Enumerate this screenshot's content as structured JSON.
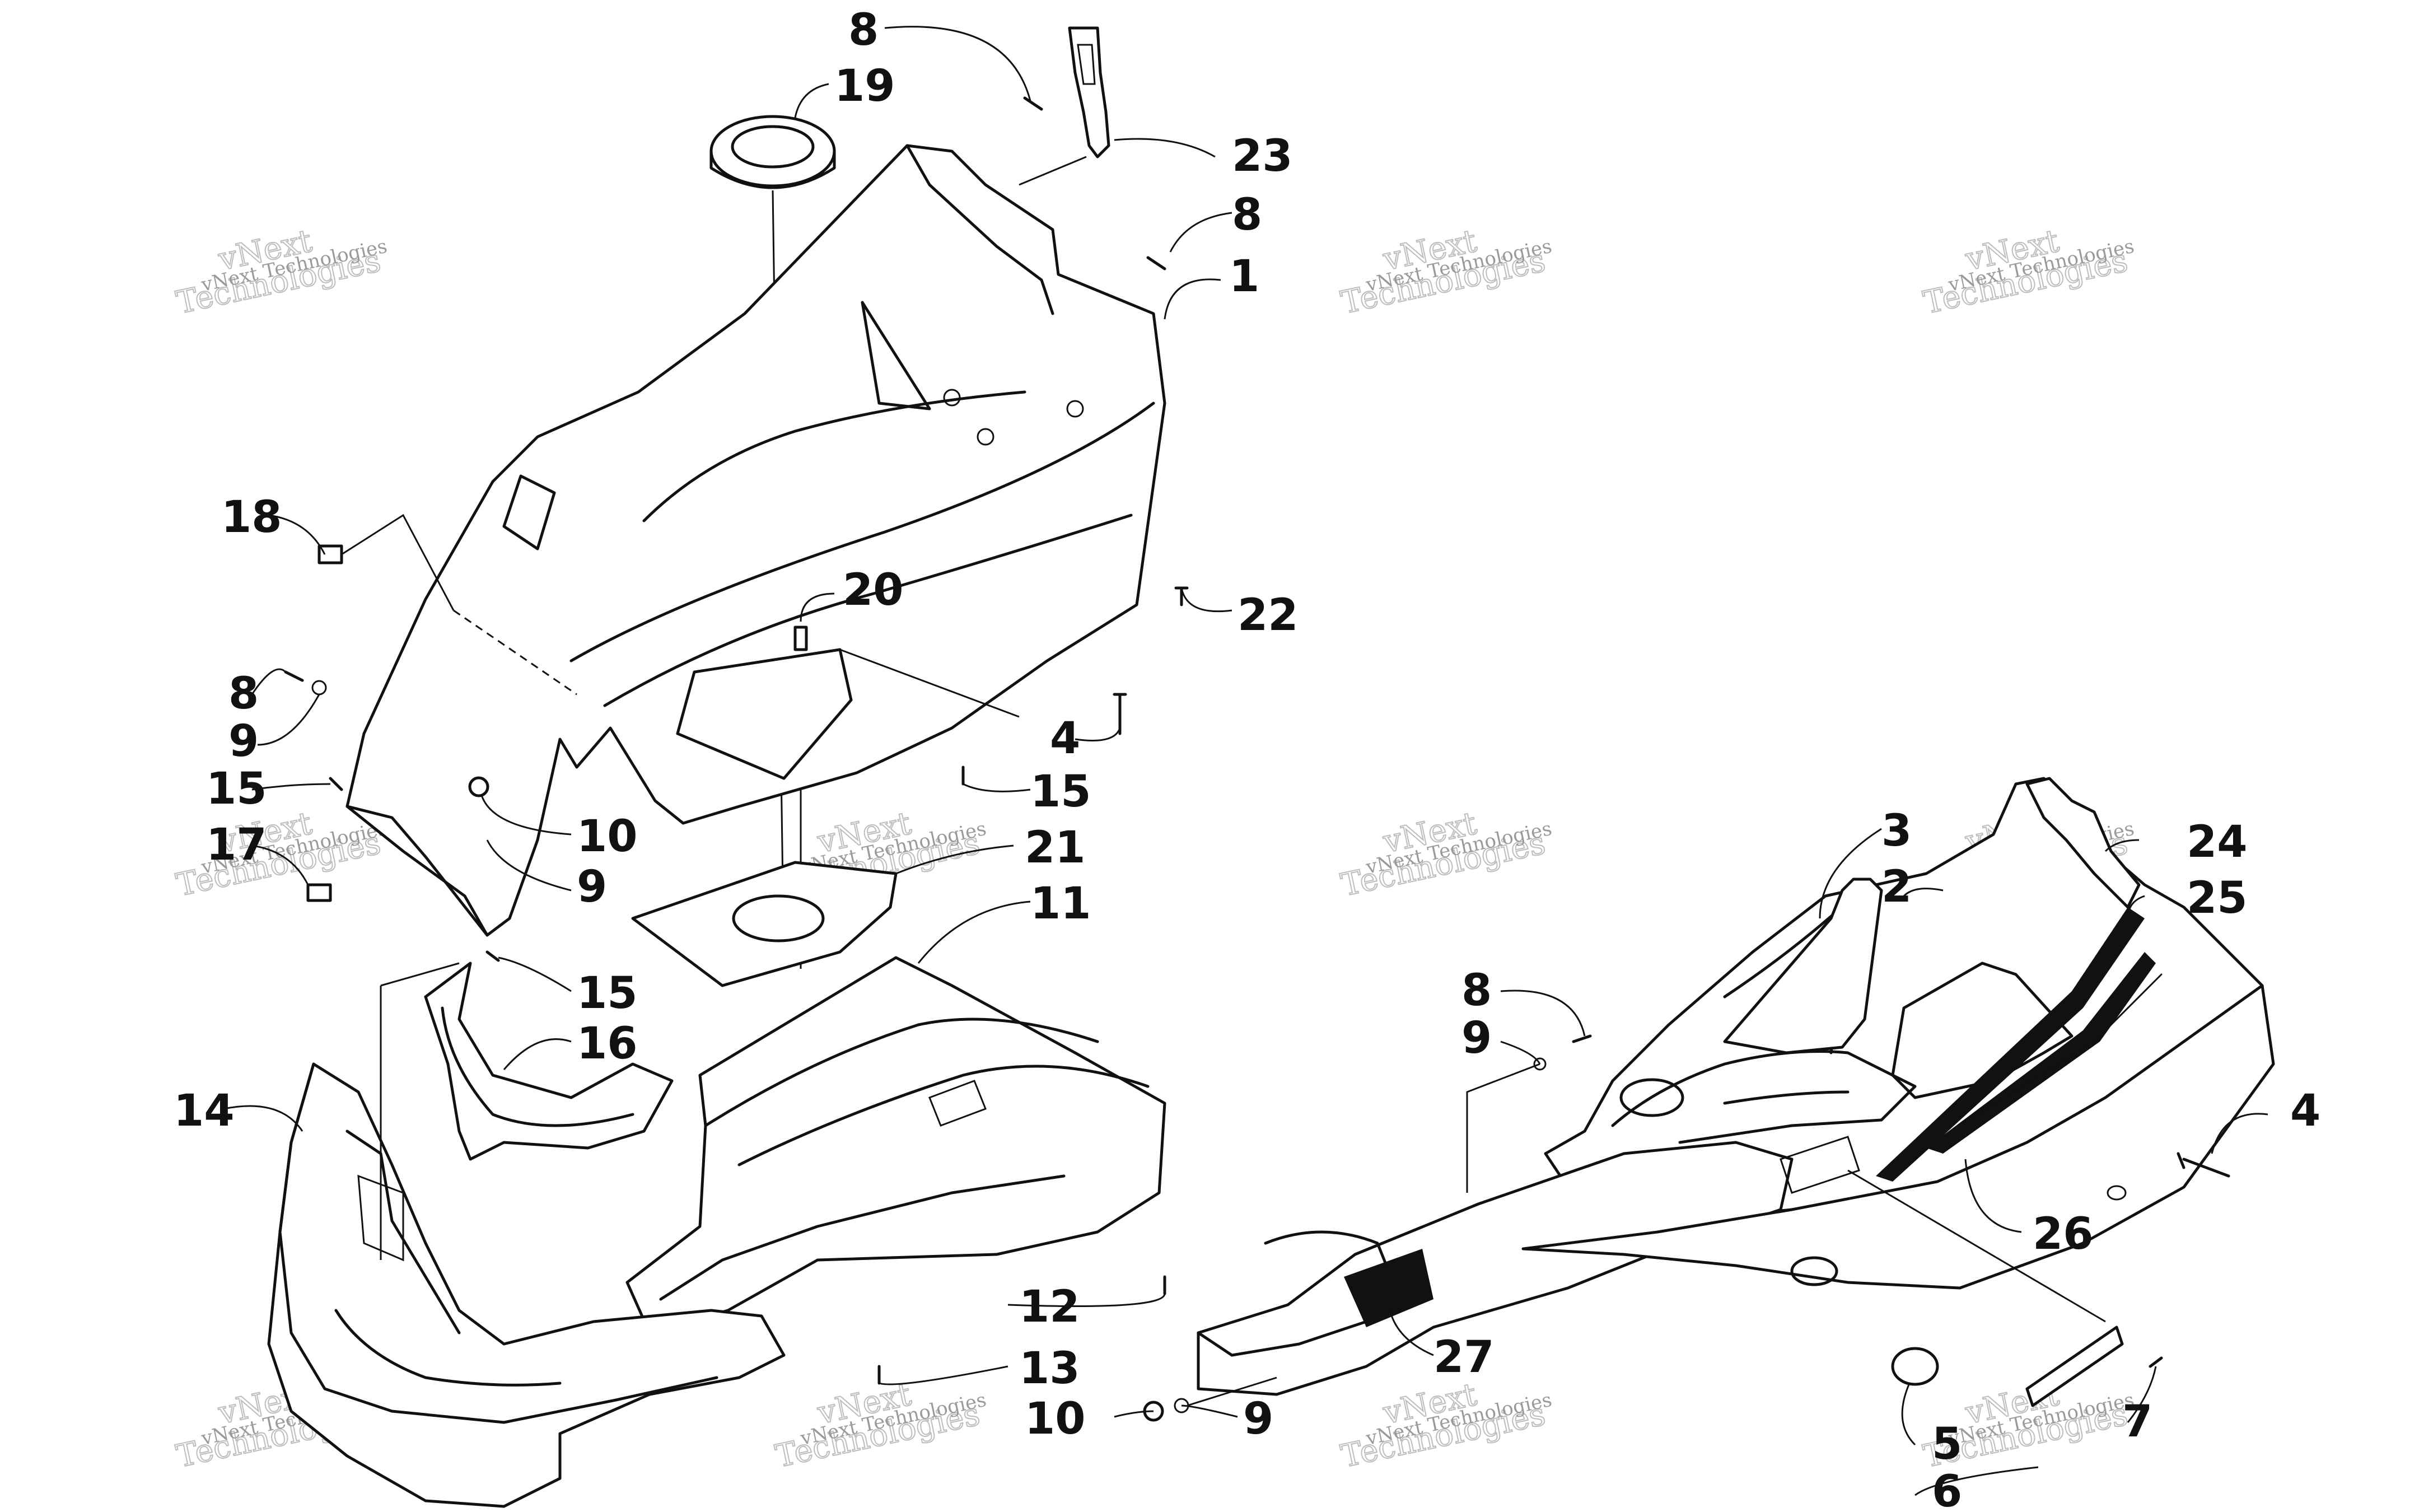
{
  "watermark": {
    "line1": "vNext Technologies",
    "line2": "Technologies",
    "line3": "vNext"
  },
  "callouts": [
    {
      "id": "c8a",
      "label": "8"
    },
    {
      "id": "c19",
      "label": "19"
    },
    {
      "id": "c23",
      "label": "23"
    },
    {
      "id": "c8b",
      "label": "8"
    },
    {
      "id": "c1",
      "label": "1"
    },
    {
      "id": "c18",
      "label": "18"
    },
    {
      "id": "c20",
      "label": "20"
    },
    {
      "id": "c22",
      "label": "22"
    },
    {
      "id": "c8c",
      "label": "8"
    },
    {
      "id": "c9a",
      "label": "9"
    },
    {
      "id": "c4a",
      "label": "4"
    },
    {
      "id": "c15a",
      "label": "15"
    },
    {
      "id": "c15b",
      "label": "15"
    },
    {
      "id": "c10a",
      "label": "10"
    },
    {
      "id": "c17",
      "label": "17"
    },
    {
      "id": "c9b",
      "label": "9"
    },
    {
      "id": "c21",
      "label": "21"
    },
    {
      "id": "c11",
      "label": "11"
    },
    {
      "id": "c15c",
      "label": "15"
    },
    {
      "id": "c16",
      "label": "16"
    },
    {
      "id": "c14",
      "label": "14"
    },
    {
      "id": "c12",
      "label": "12"
    },
    {
      "id": "c13",
      "label": "13"
    },
    {
      "id": "c10b",
      "label": "10"
    },
    {
      "id": "c9c",
      "label": "9"
    },
    {
      "id": "c3",
      "label": "3"
    },
    {
      "id": "c2",
      "label": "2"
    },
    {
      "id": "c24",
      "label": "24"
    },
    {
      "id": "c25",
      "label": "25"
    },
    {
      "id": "c8d",
      "label": "8"
    },
    {
      "id": "c9d",
      "label": "9"
    },
    {
      "id": "c4b",
      "label": "4"
    },
    {
      "id": "c26",
      "label": "26"
    },
    {
      "id": "c27",
      "label": "27"
    },
    {
      "id": "c5",
      "label": "5"
    },
    {
      "id": "c7",
      "label": "7"
    },
    {
      "id": "c6",
      "label": "6"
    }
  ]
}
